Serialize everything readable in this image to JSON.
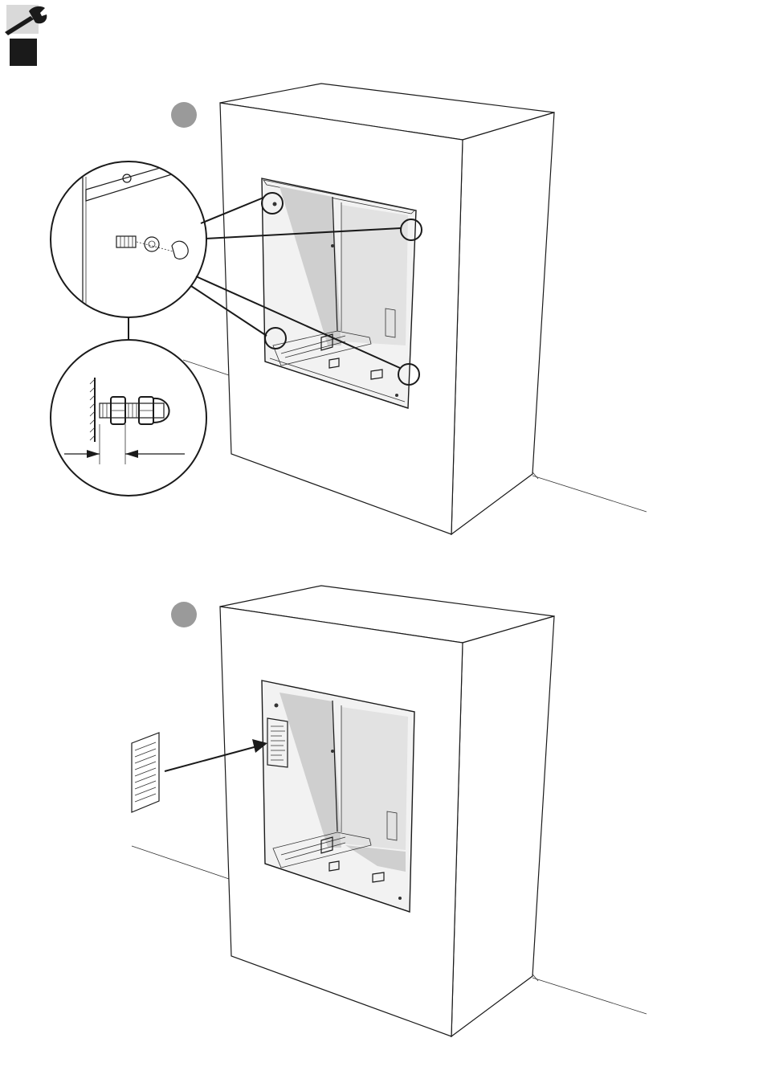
{
  "header": {
    "tool_icon": "wrench-icon",
    "marker": "black-square",
    "colors": {
      "header_bg": "#d9d9d9",
      "marker": "#1a1a1a",
      "step_badge": "#9a9a9a",
      "shading": "#cfcfcf"
    }
  },
  "steps": [
    {
      "id": "step-1",
      "badge_icon": "step-circle",
      "content": "wall-niche-mounting-bolts"
    },
    {
      "id": "step-2",
      "badge_icon": "step-circle",
      "content": "wall-niche-rating-plate"
    }
  ]
}
